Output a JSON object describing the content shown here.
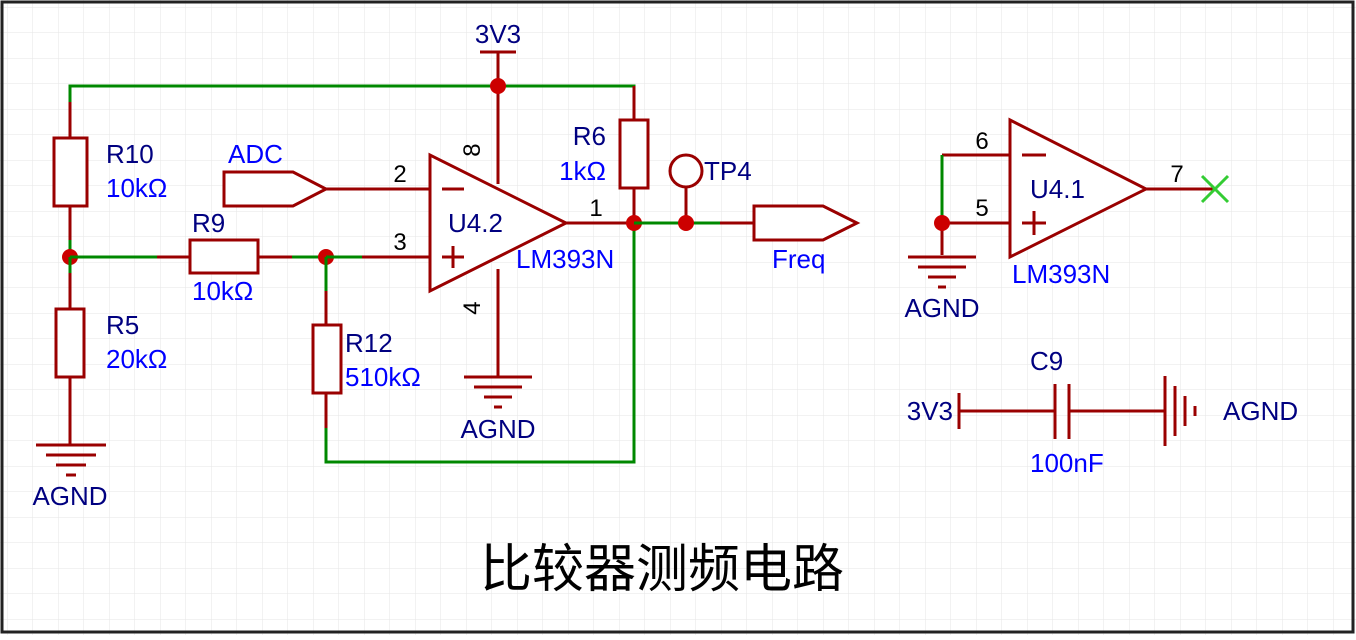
{
  "title": "比较器测频电路",
  "colors": {
    "wire": "#008800",
    "component": "#9a0000",
    "designator": "#000080",
    "value": "#0000ff",
    "junction": "#cc0000",
    "no_connect": "#33cc33"
  },
  "power": {
    "vcc_top": "3V3",
    "vcc_cap": "3V3"
  },
  "grounds": {
    "g1": "AGND",
    "g2": "AGND",
    "g3": "AGND",
    "g4": "AGND"
  },
  "components": {
    "r10": {
      "designator": "R10",
      "value": "10kΩ"
    },
    "r5": {
      "designator": "R5",
      "value": "20kΩ"
    },
    "r9": {
      "designator": "R9",
      "value": "10kΩ"
    },
    "r12": {
      "designator": "R12",
      "value": "510kΩ"
    },
    "r6": {
      "designator": "R6",
      "value": "1kΩ"
    },
    "u42": {
      "designator": "U4.2",
      "value": "LM393N",
      "pins": {
        "inv": "2",
        "noninv": "3",
        "out": "1",
        "vcc": "8",
        "gnd": "4"
      }
    },
    "u41": {
      "designator": "U4.1",
      "value": "LM393N",
      "pins": {
        "inv": "6",
        "noninv": "5",
        "out": "7"
      }
    },
    "c9": {
      "designator": "C9",
      "value": "100nF"
    },
    "tp4": {
      "designator": "TP4"
    }
  },
  "net_ports": {
    "adc": "ADC",
    "freq": "Freq"
  },
  "symbols": {
    "minus": "−",
    "plus": "+"
  }
}
